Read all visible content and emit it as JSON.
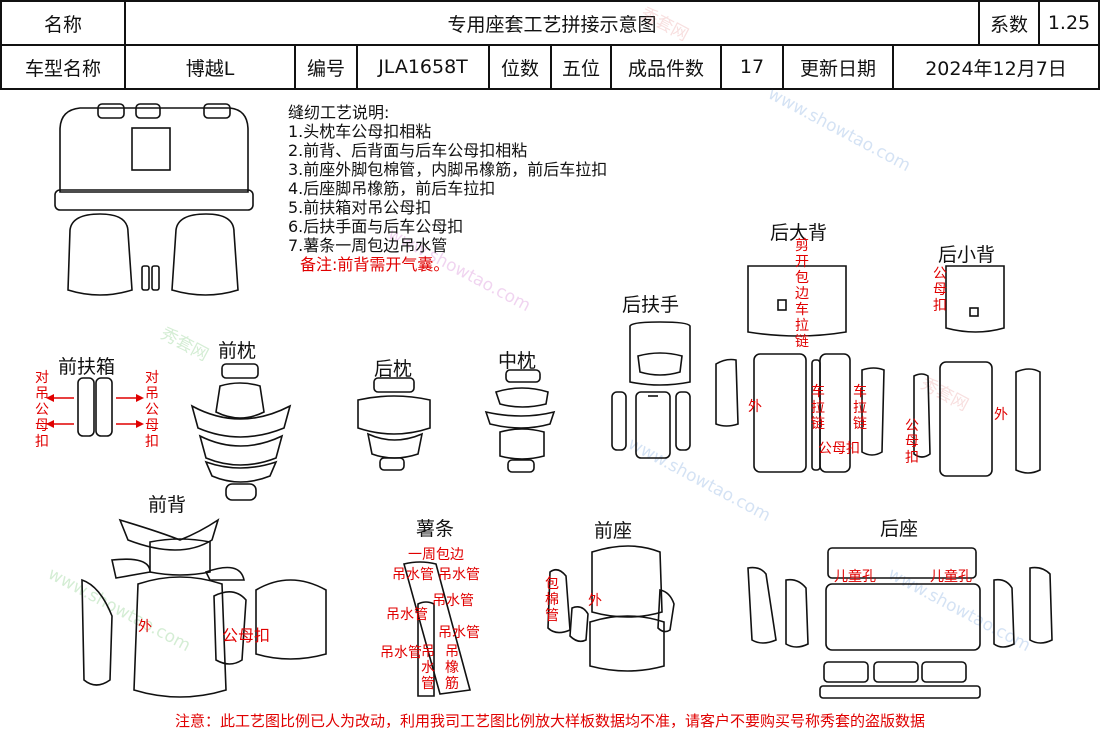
{
  "header": {
    "name_label": "名称",
    "title": "专用座套工艺拼接示意图",
    "coef_label": "系数",
    "coef_value": "1.25",
    "model_label": "车型名称",
    "model_value": "博越L",
    "code_label": "编号",
    "code_value": "JLA1658T",
    "seats_label": "位数",
    "seats_value": "五位",
    "pieces_label": "成品件数",
    "pieces_value": "17",
    "date_label": "更新日期",
    "date_value": "2024年12月7日"
  },
  "notes": {
    "title": "缝纫工艺说明:",
    "items": [
      "1.头枕车公母扣相粘",
      "2.前背、后背面与后车公母扣相粘",
      "3.前座外脚包棉管，内脚吊橡筋，前后车拉扣",
      "4.后座脚吊橡筋，前后车拉扣",
      "5.前扶箱对吊公母扣",
      "6.后扶手面与后车公母扣",
      "7.薯条一周包边吊水管"
    ],
    "remark": "备注:前背需开气囊。"
  },
  "labels": {
    "front_armrest_box": "前扶箱",
    "front_headrest": "前枕",
    "rear_headrest": "后枕",
    "middle_headrest": "中枕",
    "rear_armrest": "后扶手",
    "rear_big_back": "后大背",
    "rear_small_back": "后小背",
    "front_back": "前背",
    "fries": "薯条",
    "front_seat": "前座",
    "rear_seat": "后座"
  },
  "annotations": {
    "hang_male_female_buckle": "对吊公母扣",
    "cut_hem_pull": "剪开包边车拉链",
    "outer": "外",
    "zipper": "车拉链",
    "male_female_buckle": "公母扣",
    "wrap_edge": "一周包边",
    "hang_water_pipe": "吊水管",
    "hang_elastic": "吊橡筋",
    "wrap_cotton_pipe": "包棉管",
    "child_hole": "儿童孔"
  },
  "footer": "注意：此工艺图比例已人为改动，利用我司工艺图比例放大样板数据均不准，请客户不要购买号称秀套的盗版数据",
  "watermark": {
    "text_cn": "秀套网",
    "text_en": "www.showtao.com"
  }
}
